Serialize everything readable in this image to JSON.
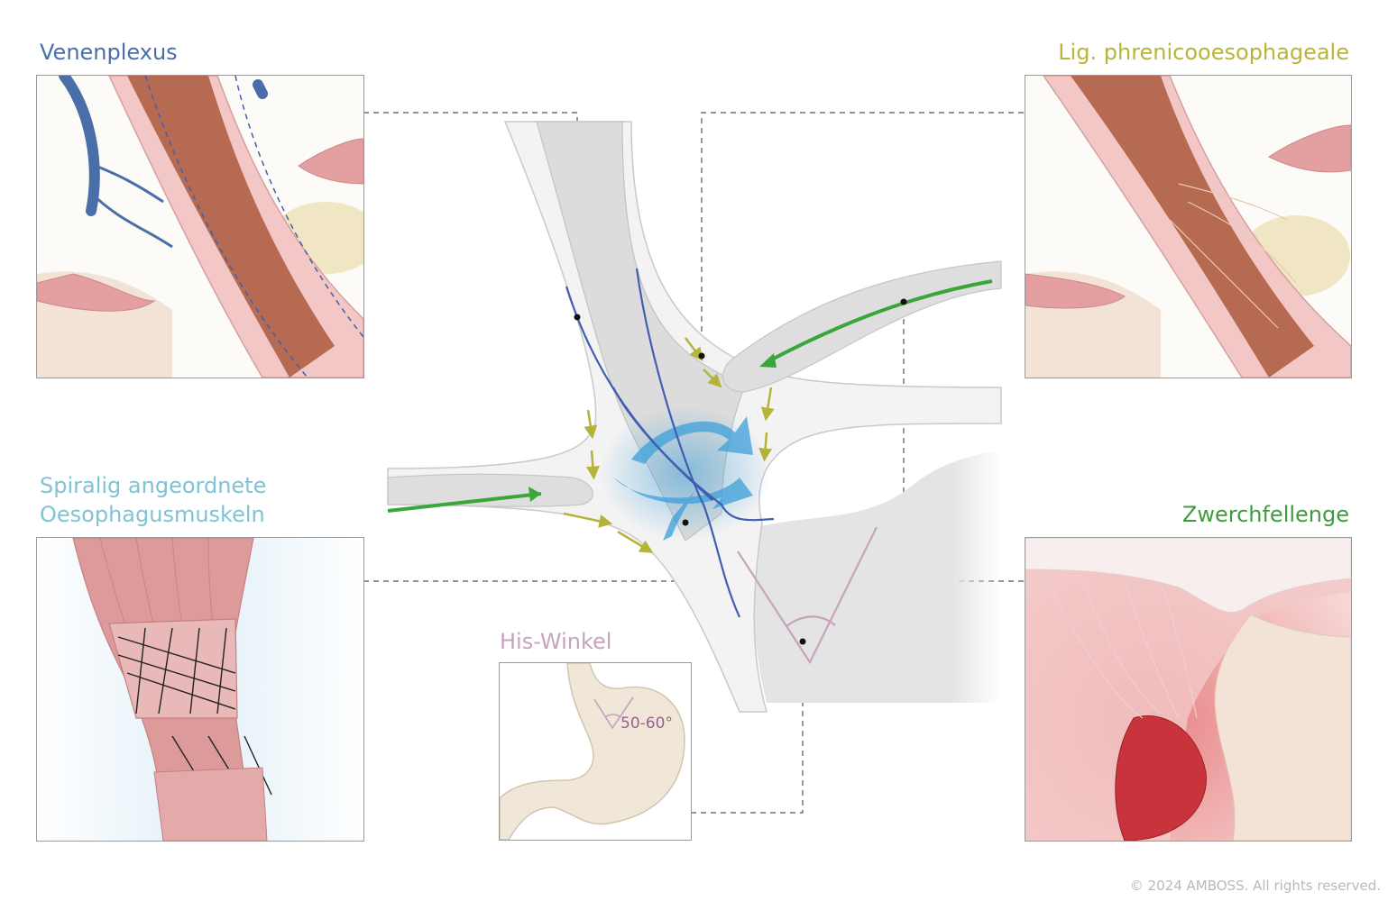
{
  "labels": {
    "venenplexus": "Venenplexus",
    "lig": "Lig. phrenicooesophageale",
    "spiral_line1": "Spiralig angeordnete",
    "spiral_line2": "Oesophagusmuskeln",
    "zwerchfellenge": "Zwerchfellenge",
    "his_winkel": "His-Winkel",
    "angle_value": "50-60°"
  },
  "copyright": "© 2024 AMBOSS. All rights reserved.",
  "colors": {
    "venenplexus": "#4a6fa8",
    "lig": "#b9b43a",
    "spiral": "#7fc3d6",
    "zwerchfellenge": "#3f9b3f",
    "his_winkel": "#c6a3bd",
    "vein_blue": "#5b83c3",
    "muscle_arrow_blue": "#3e9fd9",
    "diaphragm_green": "#3aa63a",
    "ligament_yellow": "#b5b33a"
  }
}
